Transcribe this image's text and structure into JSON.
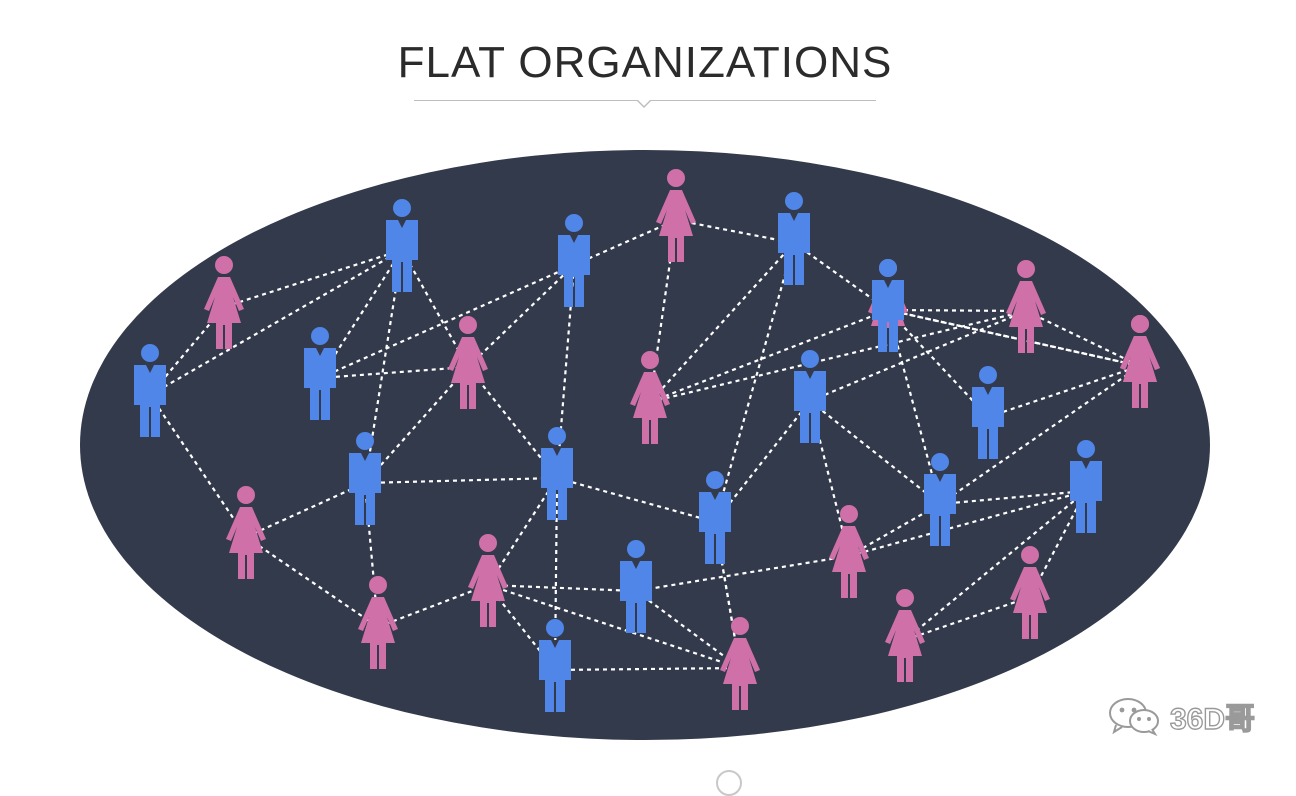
{
  "title": "FLAT ORGANIZATIONS",
  "watermark": {
    "icon": "wechat-icon",
    "text": "36D哥"
  },
  "colors": {
    "background": "#ffffff",
    "ellipse": "#333a4c",
    "man": "#4f86e8",
    "woman": "#cf70a8",
    "link": "#ffffff",
    "title": "#2b2b2b"
  },
  "diagram": {
    "type": "network",
    "people": [
      {
        "id": "p1",
        "gender": "man"
      },
      {
        "id": "p2",
        "gender": "woman"
      },
      {
        "id": "p3",
        "gender": "man"
      },
      {
        "id": "p4",
        "gender": "man"
      },
      {
        "id": "p5",
        "gender": "woman"
      },
      {
        "id": "p6",
        "gender": "man"
      },
      {
        "id": "p7",
        "gender": "woman"
      },
      {
        "id": "p8",
        "gender": "man"
      },
      {
        "id": "p9",
        "gender": "woman"
      },
      {
        "id": "p10",
        "gender": "woman"
      },
      {
        "id": "p11",
        "gender": "woman"
      },
      {
        "id": "p12",
        "gender": "woman"
      },
      {
        "id": "p13",
        "gender": "man"
      },
      {
        "id": "p14",
        "gender": "man"
      },
      {
        "id": "p15",
        "gender": "woman"
      },
      {
        "id": "p16",
        "gender": "woman"
      },
      {
        "id": "p17",
        "gender": "man"
      },
      {
        "id": "p18",
        "gender": "woman"
      },
      {
        "id": "p19",
        "gender": "man"
      },
      {
        "id": "p20",
        "gender": "man"
      },
      {
        "id": "p21",
        "gender": "woman"
      },
      {
        "id": "p22",
        "gender": "man"
      },
      {
        "id": "p23",
        "gender": "woman"
      },
      {
        "id": "p24",
        "gender": "man"
      },
      {
        "id": "p25",
        "gender": "woman"
      },
      {
        "id": "p26",
        "gender": "man"
      },
      {
        "id": "p27",
        "gender": "woman"
      },
      {
        "id": "p28",
        "gender": "woman"
      },
      {
        "id": "p29",
        "gender": "man"
      },
      {
        "id": "p30",
        "gender": "man"
      }
    ],
    "links": [
      [
        "p1",
        "p2"
      ],
      [
        "p1",
        "p3"
      ],
      [
        "p2",
        "p3"
      ],
      [
        "p3",
        "p4"
      ],
      [
        "p3",
        "p5"
      ],
      [
        "p4",
        "p5"
      ],
      [
        "p4",
        "p6"
      ],
      [
        "p5",
        "p6"
      ],
      [
        "p6",
        "p7"
      ],
      [
        "p7",
        "p8"
      ],
      [
        "p8",
        "p9"
      ],
      [
        "p7",
        "p9"
      ],
      [
        "p9",
        "p10"
      ],
      [
        "p9",
        "p11"
      ],
      [
        "p10",
        "p11"
      ],
      [
        "p10",
        "p12"
      ],
      [
        "p11",
        "p12"
      ],
      [
        "p12",
        "p13"
      ],
      [
        "p13",
        "p14"
      ],
      [
        "p14",
        "p15"
      ],
      [
        "p15",
        "p13"
      ],
      [
        "p8",
        "p13"
      ],
      [
        "p1",
        "p16"
      ],
      [
        "p3",
        "p17"
      ],
      [
        "p16",
        "p17"
      ],
      [
        "p17",
        "p5"
      ],
      [
        "p17",
        "p18"
      ],
      [
        "p17",
        "p19"
      ],
      [
        "p5",
        "p19"
      ],
      [
        "p19",
        "p6"
      ],
      [
        "p19",
        "p20"
      ],
      [
        "p19",
        "p21"
      ],
      [
        "p18",
        "p21"
      ],
      [
        "p21",
        "p20"
      ],
      [
        "p21",
        "p22"
      ],
      [
        "p21",
        "p23"
      ],
      [
        "p19",
        "p24"
      ],
      [
        "p24",
        "p23"
      ],
      [
        "p24",
        "p8"
      ],
      [
        "p24",
        "p26"
      ],
      [
        "p26",
        "p25"
      ],
      [
        "p26",
        "p29"
      ],
      [
        "p25",
        "p22"
      ],
      [
        "p25",
        "p29"
      ],
      [
        "p29",
        "p30"
      ],
      [
        "p25",
        "p30"
      ],
      [
        "p30",
        "p27"
      ],
      [
        "p27",
        "p28"
      ],
      [
        "p28",
        "p30"
      ],
      [
        "p22",
        "p23"
      ],
      [
        "p23",
        "p24"
      ],
      [
        "p29",
        "p12"
      ],
      [
        "p12",
        "p15"
      ],
      [
        "p26",
        "p11"
      ],
      [
        "p29",
        "p13"
      ],
      [
        "p16",
        "p18"
      ],
      [
        "p20",
        "p23"
      ]
    ]
  }
}
